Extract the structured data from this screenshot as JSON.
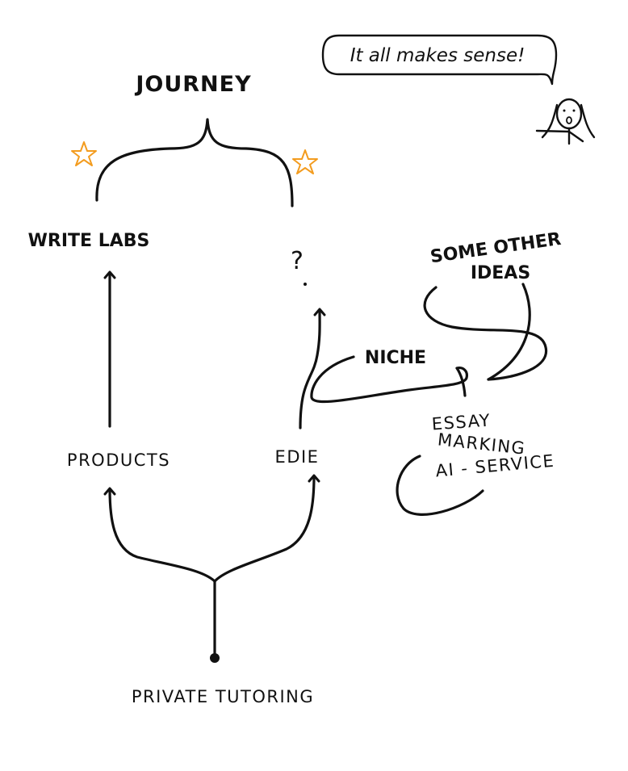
{
  "title": "JOURNEY",
  "nodes": {
    "writelabs": "WRITE LABS",
    "question": "?",
    "products": "PRODUCTS",
    "edie": "EDIE",
    "private_tutoring": "PRIVATE TUTORING",
    "niche": "NICHE",
    "some_other_ideas_line1": "SOME OTHER",
    "some_other_ideas_line2": "IDEAS",
    "essay_line1": "ESSAY",
    "essay_line2": "MARKING",
    "essay_line3": "AI - SERVICE"
  },
  "speech_bubble": {
    "text": "It all makes sense!"
  },
  "colors": {
    "ink": "#111111",
    "star": "#f39c1f",
    "background": "#ffffff"
  },
  "icons": {
    "stars": "star-icon",
    "figure": "stick-figure-icon"
  }
}
